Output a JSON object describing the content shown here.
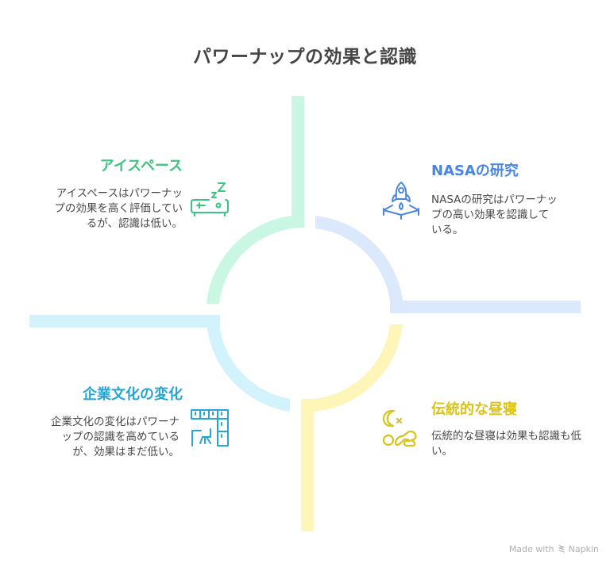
{
  "title": "パワーナップの効果と認識",
  "colors": {
    "green": "#3cc57f",
    "green_light": "#c9f7e4",
    "blue": "#4a86e0",
    "blue_light": "#dce8fc",
    "cyan": "#26a6d6",
    "cyan_light": "#d2f2fc",
    "yellow": "#d9c21a",
    "yellow_light": "#fdf6b8",
    "text": "#484848"
  },
  "quadrants": [
    {
      "id": "ice-space",
      "position": "top-left",
      "heading": "アイスペース",
      "body": "アイスペースはパワーナップの効果を高く評価しているが、認識は低い。",
      "icon": "sleeping-bed-icon"
    },
    {
      "id": "nasa-research",
      "position": "top-right",
      "heading": "NASAの研究",
      "body": "NASAの研究はパワーナップの高い効果を認識している。",
      "icon": "rocket-launch-icon"
    },
    {
      "id": "corporate-culture",
      "position": "bottom-left",
      "heading": "企業文化の変化",
      "body": "企業文化の変化はパワーナップの認識を高めているが、効果はまだ低い。",
      "icon": "office-desk-lockers-icon"
    },
    {
      "id": "traditional-nap",
      "position": "bottom-right",
      "heading": "伝統的な昼寝",
      "body": "伝統的な昼寝は効果も認識も低い。",
      "icon": "moon-sleeping-person-icon"
    }
  ],
  "footer": {
    "made_with": "Made with",
    "brand": "Napkin"
  }
}
